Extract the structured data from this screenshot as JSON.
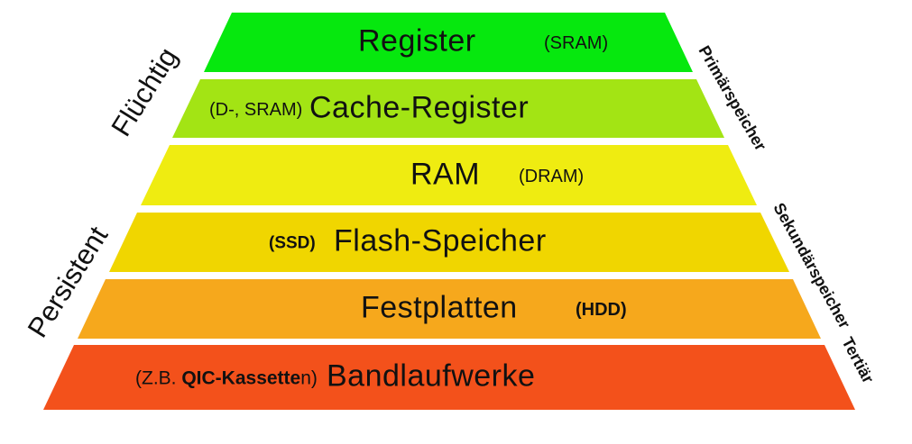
{
  "pyramid": {
    "levels": [
      {
        "label": "Register",
        "sublabel": "(SRAM)",
        "color": "#06e80e"
      },
      {
        "label": "Cache-Register",
        "sublabel": "(D-, SRAM)",
        "color": "#a3e414"
      },
      {
        "label": "RAM",
        "sublabel": "(DRAM)",
        "color": "#efec11"
      },
      {
        "label": "Flash-Speicher",
        "sublabel": "(SSD)",
        "color": "#f0d600"
      },
      {
        "label": "Festplatten",
        "sublabel": "(HDD)",
        "color": "#f6a81c"
      },
      {
        "label": "Bandlaufwerke",
        "sublabel_prefix": "(Z.B. ",
        "sublabel_bold": "QIC-Kassette",
        "sublabel_suffix": "n)",
        "color": "#f3511b"
      }
    ],
    "left_labels": [
      {
        "label": "Flüchtig"
      },
      {
        "label": "Persistent"
      }
    ],
    "right_labels": [
      {
        "label": "Primärspeicher"
      },
      {
        "label": "Sekundärspeicher"
      },
      {
        "label": "Tertiär"
      }
    ]
  }
}
